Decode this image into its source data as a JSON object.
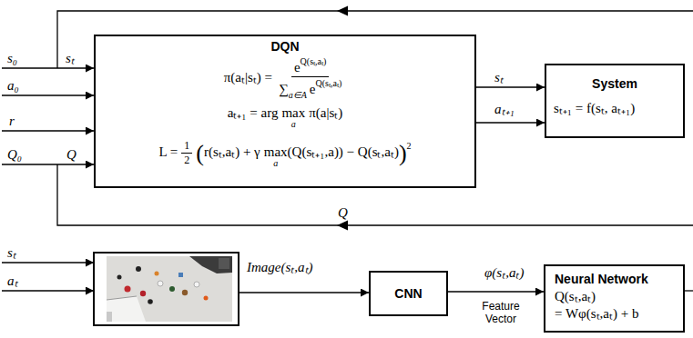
{
  "diagram": {
    "nodes": [
      {
        "text": [
          "DQN",
          "π(aₜ|sₜ) =",
          "e",
          "Q(sₜ,aₜ)",
          "∑",
          "a∈A",
          "e",
          "Q(sₜ,aₜ)",
          "aₜ₊₁ = arg",
          "max",
          "a",
          "π(a|sₜ)",
          "L =",
          "1",
          "2",
          "(",
          "r(sₜ,aₜ) + γ",
          "max",
          "a",
          "(Q(sₜ₊₁,a)) − Q(sₜ,aₜ)",
          ")",
          "2"
        ]
      },
      {
        "text": [
          "System",
          "sₜ₊₁ = f(sₜ, aₜ₊₁)"
        ]
      },
      {
        "text": [
          "CNN"
        ]
      },
      {
        "text": [
          "Neural Network",
          "Q(sₜ,aₜ)",
          "= Wφ(sₜ,aₜ) + b"
        ]
      }
    ],
    "edges": [
      {
        "from": 0,
        "to": 1,
        "label": "sₜ",
        "arrow": "to"
      },
      {
        "from": 0,
        "to": 1,
        "label": "aₜ₊₁",
        "arrow": "to"
      },
      {
        "from": 2,
        "to": 3,
        "label": "φ(sₜ,aₜ)",
        "arrow": "to"
      }
    ],
    "labels": [
      "s₀",
      "a₀",
      "r",
      "Q₀",
      "sₜ",
      "Q",
      "Q",
      "sₜ",
      "aₜ",
      "Image(sₜ,aₜ)",
      "Feature Vector"
    ]
  }
}
